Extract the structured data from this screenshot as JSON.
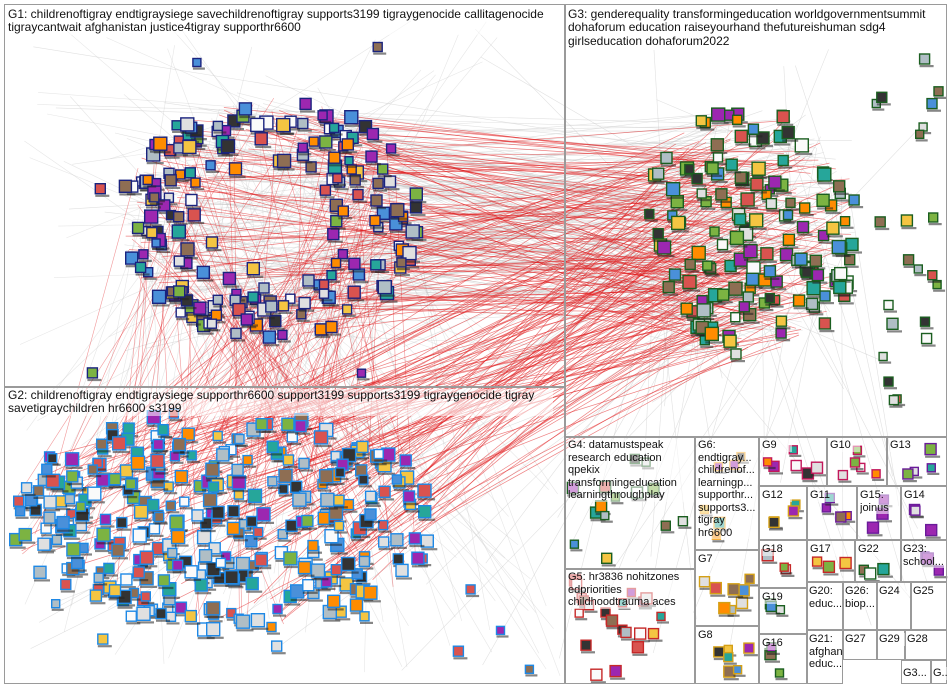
{
  "groups": [
    {
      "id": "g1",
      "label": "G1: childrenoftigray endtigraysiege savechildrenoftigray supports3199 tigraygenocide callitagenocide\ntigraycantwait afghanistan justice4tigray supporthr6600"
    },
    {
      "id": "g2",
      "label": "G2: childrenoftigray endtigraysiege supporthr6600 support3199 supports3199 tigraygenocide tigray\nsavetigraychildren hr6600 s3199"
    },
    {
      "id": "g3",
      "label": "G3: genderequality transformingeducation worldgovernmentsummit\ndohaforum education raiseyourhand thefutureishuman sdg4\ngirlseducation dohaforum2022"
    },
    {
      "id": "g4",
      "label": "G4: datamustspeak\nresearch education\nqpekix\ntransformingeducation\nlearningthroughplay"
    },
    {
      "id": "g5",
      "label": "G5: hr3836 nohitzones\nedpriorities\nchildhoodtrauma aces"
    },
    {
      "id": "g6",
      "label": "G6:\nendtigray...\nchildrenof...\nlearningp...\nsupporthr...\nsupports3...\ntigray\nhr6600"
    },
    {
      "id": "g7",
      "label": "G7"
    },
    {
      "id": "g8",
      "label": "G8"
    },
    {
      "id": "g9",
      "label": "G9"
    },
    {
      "id": "g10",
      "label": "G10"
    },
    {
      "id": "g11",
      "label": "G11"
    },
    {
      "id": "g12",
      "label": "G12"
    },
    {
      "id": "g13",
      "label": "G13"
    },
    {
      "id": "g14",
      "label": "G14"
    },
    {
      "id": "g15",
      "label": "G15:\njoinus"
    },
    {
      "id": "g16",
      "label": "G16"
    },
    {
      "id": "g17",
      "label": "G17"
    },
    {
      "id": "g18",
      "label": "G18"
    },
    {
      "id": "g19",
      "label": "G19"
    },
    {
      "id": "g20",
      "label": "G20:\neduc..."
    },
    {
      "id": "g21",
      "label": "G21:\nafghan\neduc..."
    },
    {
      "id": "g22",
      "label": "G22"
    },
    {
      "id": "g23",
      "label": "G23:\nschool..."
    },
    {
      "id": "g24",
      "label": "G24"
    },
    {
      "id": "g25",
      "label": "G25"
    },
    {
      "id": "g26",
      "label": "G26:\nbiop..."
    },
    {
      "id": "g27",
      "label": "G27"
    },
    {
      "id": "g28",
      "label": "G28"
    },
    {
      "id": "g29",
      "label": "G29"
    },
    {
      "id": "g3x",
      "label": "G3..."
    },
    {
      "id": "gx",
      "label": "G..."
    }
  ],
  "colors": {
    "edge_grey": "#c8c8c8",
    "edge_red": "#e0191c",
    "node_border_g1": "#1a237e",
    "node_border_g2": "#1e88e5",
    "node_border_g3": "#1b5e20",
    "node_border_g5": "#c62828",
    "node_border_g6": "#f9a825",
    "node_border_g7": "#d4a017",
    "node_border_g9": "#c2185b",
    "node_border_g11": "#6a1b9a",
    "panel_border": "#9a9a9a"
  }
}
